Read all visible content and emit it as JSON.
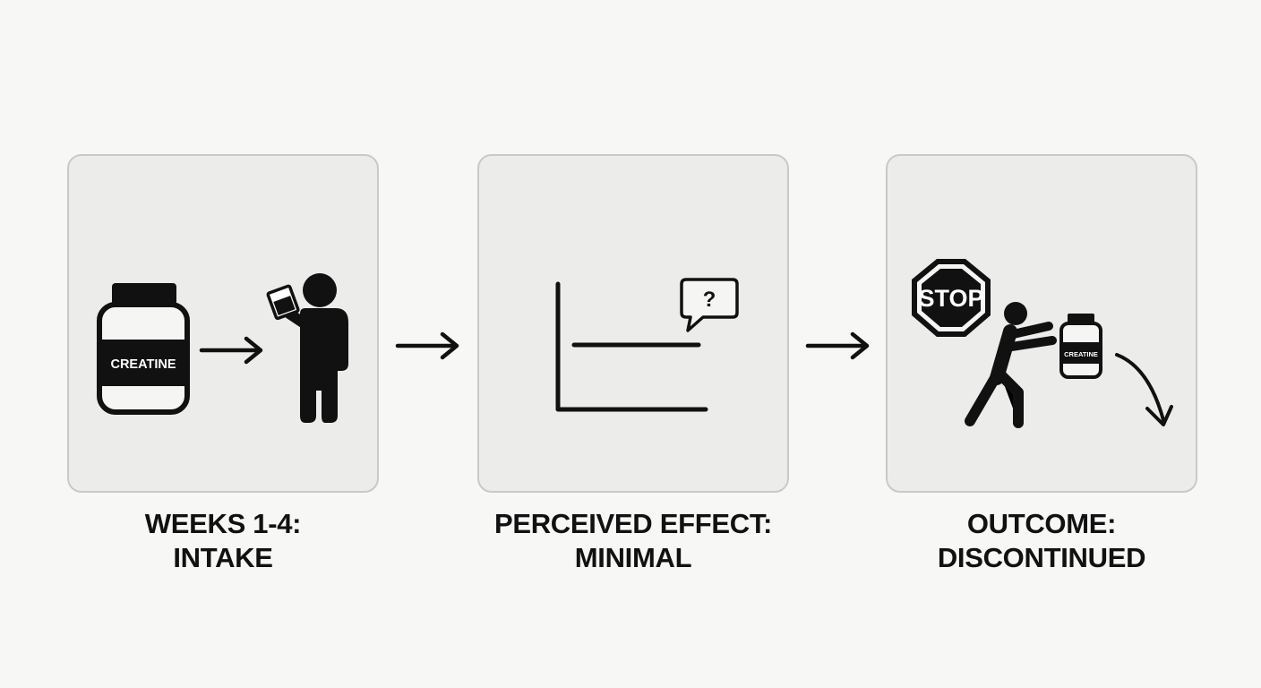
{
  "steps": [
    {
      "title": "WEEKS 1-4:",
      "subtitle": "INTAKE",
      "bottle_label": "CREATINE",
      "icons": [
        "creatine-jar-icon",
        "arrow-right-icon",
        "person-drinking-icon"
      ]
    },
    {
      "title": "PERCEIVED EFFECT:",
      "subtitle": "MINIMAL",
      "question_mark": "?",
      "icons": [
        "flat-line-chart-icon",
        "question-speech-bubble-icon"
      ]
    },
    {
      "title": "OUTCOME:",
      "subtitle": "DISCONTINUED",
      "stop_text": "STOP",
      "bottle_label": "CREATINE",
      "icons": [
        "stop-sign-icon",
        "person-pushing-away-icon",
        "creatine-bottle-icon",
        "curved-down-arrow-icon"
      ]
    }
  ],
  "connectors": [
    "arrow-right-icon",
    "arrow-right-icon"
  ],
  "colors": {
    "background": "#f7f7f6",
    "panel": "#ececeb",
    "panel_border": "#c9c9c8",
    "ink": "#111111"
  }
}
